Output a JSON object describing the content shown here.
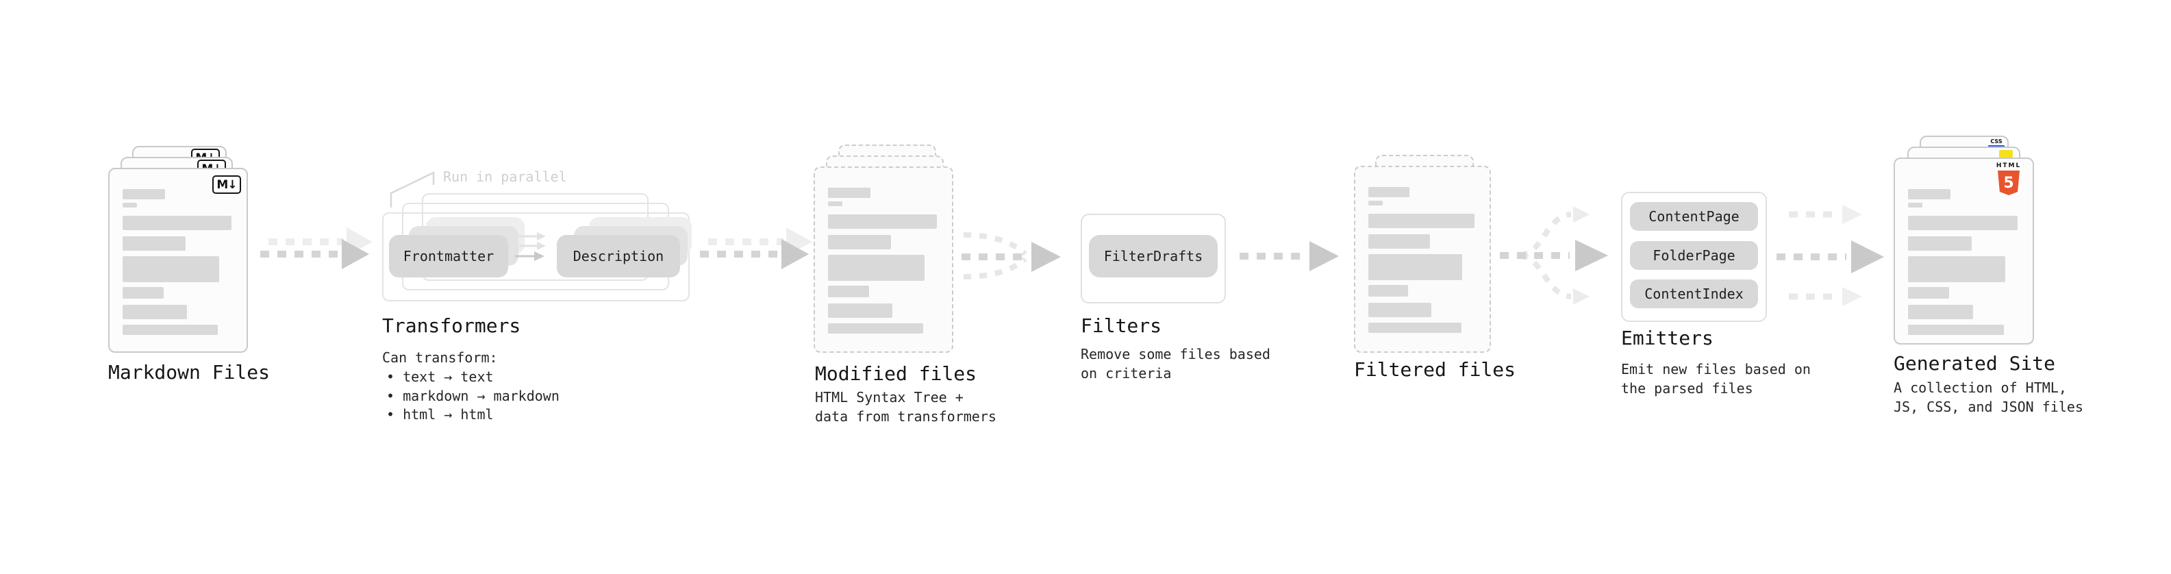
{
  "stages": {
    "markdown_files": {
      "label": "Markdown Files",
      "badge": "M↓"
    },
    "transformers": {
      "label": "Transformers",
      "callout": "Run in parallel",
      "input_pill": "Frontmatter",
      "output_pill": "Description",
      "description_title": "Can transform:",
      "transforms": [
        "text → text",
        "markdown → markdown",
        "html → html"
      ]
    },
    "modified_files": {
      "label": "Modified files",
      "description": "HTML Syntax Tree +\ndata from transformers"
    },
    "filters": {
      "label": "Filters",
      "pill": "FilterDrafts",
      "description": "Remove some files based\non criteria"
    },
    "filtered_files": {
      "label": "Filtered files"
    },
    "emitters": {
      "label": "Emitters",
      "pills": [
        "ContentPage",
        "FolderPage",
        "ContentIndex"
      ],
      "description": "Emit new files based on\nthe parsed files"
    },
    "generated_site": {
      "label": "Generated Site",
      "description": "A collection of HTML,\nJS, CSS, and JSON files",
      "badge_css": "CSS",
      "badge_html_title": "HTML",
      "badge_html_number": "5"
    }
  },
  "colors": {
    "html5_orange": "#e8542e",
    "js_yellow": "#f7df1e",
    "css_blue": "#2760e8",
    "card_border": "#c9c9c9",
    "placeholder_bar": "#d9d9d9",
    "arrow_dark": "#c9c9c9",
    "arrow_light": "#ededed"
  }
}
